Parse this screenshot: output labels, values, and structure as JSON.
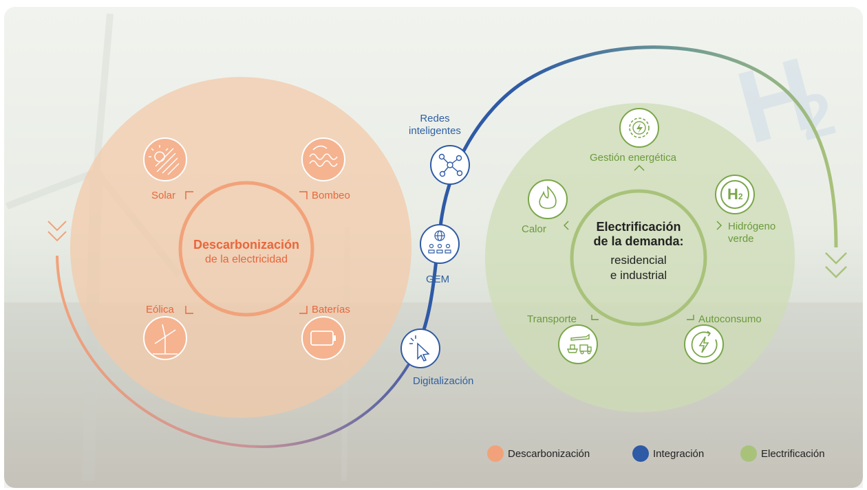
{
  "colors": {
    "descarbonizacion": "#f2a27a",
    "integracion": "#2e5aa6",
    "electrificacion": "#a9c27a",
    "orange_text": "#e8663c",
    "blue_text": "#2f5fa3",
    "green_text": "#6b9a3c"
  },
  "left": {
    "title": "Descarbonización",
    "subtitle": "de la electricidad",
    "items": {
      "solar": "Solar",
      "bombeo": "Bombeo",
      "eolica": "Eólica",
      "baterias": "Baterías"
    },
    "icons": [
      "solar-panel-icon",
      "water-waves-icon",
      "wind-turbine-icon",
      "battery-icon"
    ]
  },
  "middle": {
    "redes": "Redes\ninteligentes",
    "gem": "GEM",
    "digitalizacion": "Digitalización",
    "icons": [
      "network-nodes-icon",
      "globe-people-icon",
      "cursor-click-icon"
    ]
  },
  "right": {
    "title_line1": "Electrificación",
    "title_line2": "de la demanda:",
    "sub_line1": "residencial",
    "sub_line2": "e industrial",
    "items": {
      "gestion": "Gestión energética",
      "hidrogeno": "Hidrógeno\nverde",
      "calor": "Calor",
      "transporte": "Transporte",
      "autoconsumo": "Autoconsumo"
    },
    "h2_symbol": "H",
    "h2_sub": "2",
    "icons": [
      "gear-bolt-icon",
      "hydrogen-icon",
      "flame-icon",
      "transport-icon",
      "solar-bolt-icon"
    ]
  },
  "legend": [
    {
      "label": "Descarbonización",
      "color": "#f2a27a"
    },
    {
      "label": "Integración",
      "color": "#2e5aa6"
    },
    {
      "label": "Electrificación",
      "color": "#a9c27a"
    }
  ],
  "background_icons": [
    "wind-turbine-background",
    "h2-watermark-icon"
  ]
}
